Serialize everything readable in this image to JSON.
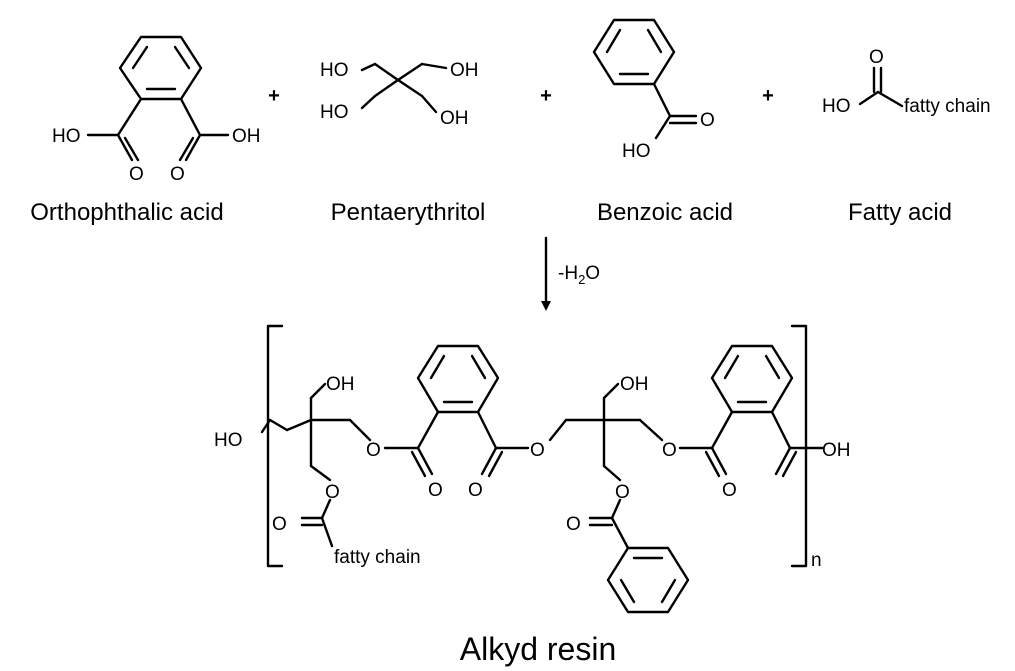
{
  "reactants": [
    {
      "name": "Orthophthalic acid",
      "groups": [
        "HO",
        "O",
        "O",
        "OH"
      ]
    },
    {
      "name": "Pentaerythritol",
      "groups": [
        "HO",
        "OH",
        "HO",
        "OH"
      ]
    },
    {
      "name": "Benzoic acid",
      "groups": [
        "O",
        "HO"
      ]
    },
    {
      "name": "Fatty acid",
      "groups": [
        "O",
        "HO",
        "fatty chain"
      ]
    }
  ],
  "plus_sign": "+",
  "reaction_condition": {
    "prefix": "-H",
    "subscript": "2",
    "suffix": "O"
  },
  "product": {
    "name": "Alkyd resin",
    "repeat_subscript": "n",
    "groups": [
      "HO",
      "OH",
      "O",
      "O",
      "fatty chain",
      "O",
      "O",
      "O",
      "O",
      "OH",
      "O",
      "O",
      "O",
      "O",
      "OH"
    ]
  }
}
